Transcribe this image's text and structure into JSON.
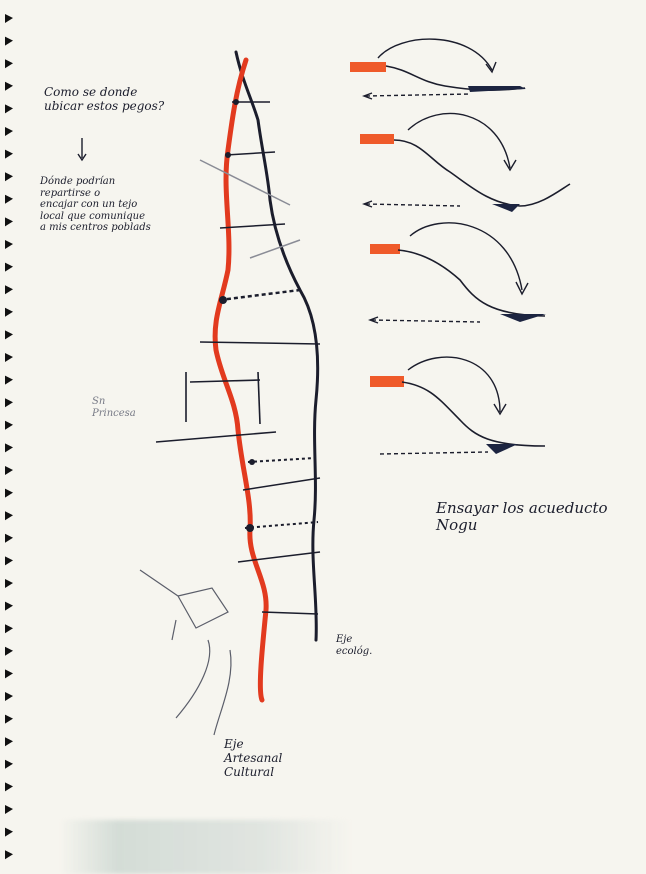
{
  "sketch": {
    "note_left": {
      "question": "Como se donde\nubicar estos pegos?",
      "answer": "Dónde podrían\nrepartirse o\nencajar con un tejo\nlocal que comunique\na mis centros poblads"
    },
    "note_small": "Sn\nPrincesa",
    "note_right": "Ensayar los acueducto\nNogu",
    "label_eje_ecologico": "Eje\necológ.",
    "label_eje_cultural": "Eje\nArtesanal\nCultural",
    "colors": {
      "ink": "#1b1d2c",
      "red_line": "#e23a1f",
      "orange_block": "#ef5a2a",
      "water_fill": "#1c2440",
      "paper": "#f6f5ef"
    }
  }
}
